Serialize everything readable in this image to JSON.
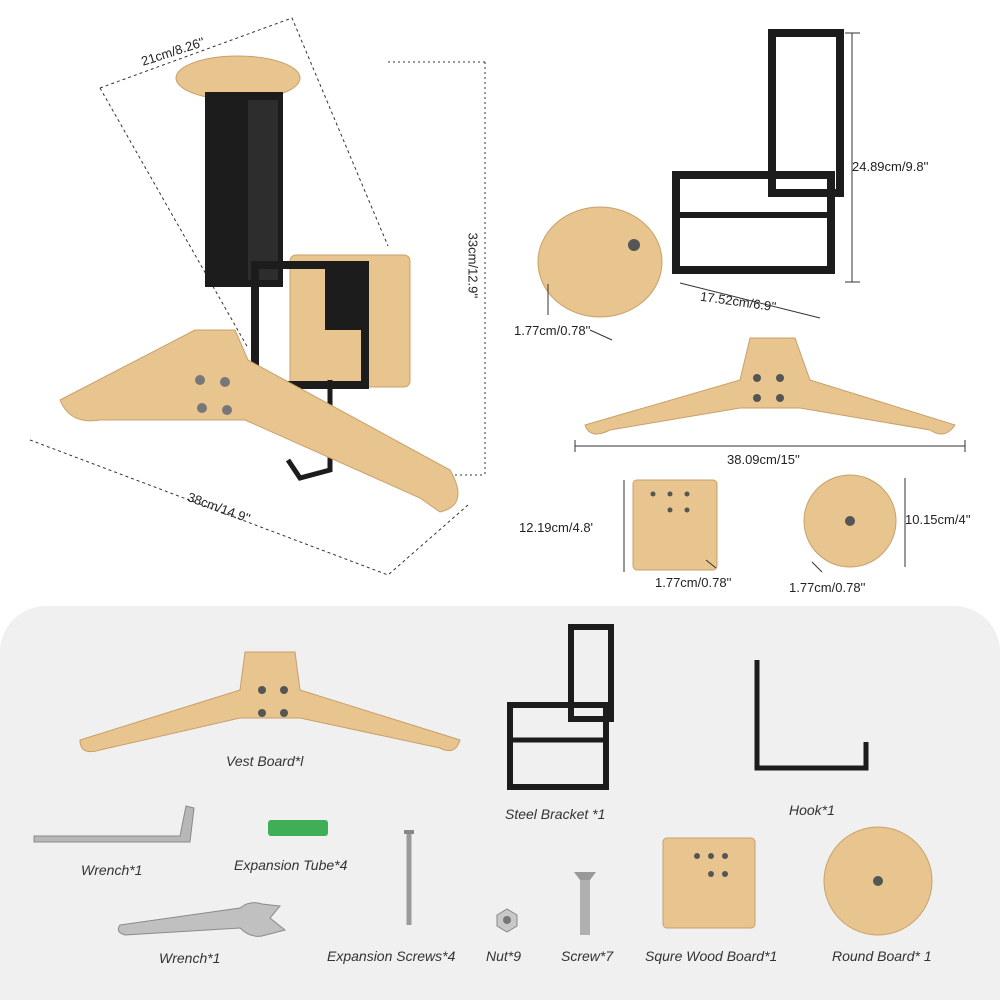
{
  "assembled": {
    "width": "21cm/8.26''",
    "height": "33cm/12.9''",
    "length": "38cm/14.9''"
  },
  "bracket": {
    "height": "24.89cm/9.8''",
    "width": "17.52cm/6.9''"
  },
  "vest_board": {
    "thickness": "1.77cm/0.78''",
    "length": "38.09cm/15''"
  },
  "square_board": {
    "height": "12.19cm/4.8'",
    "thickness": "1.77cm/0.78''"
  },
  "round_board": {
    "diameter": "10.15cm/4''",
    "thickness": "1.77cm/0.78''"
  },
  "parts": {
    "vest_board": "Vest Board*l",
    "steel_bracket": "Steel Bracket *1",
    "hook": "Hook*1",
    "wrench_allen": "Wrench*1",
    "expansion_tube": "Expansion Tube*4",
    "wrench_flat": "Wrench*1",
    "expansion_screws": "Expansion Screws*4",
    "nut": "Nut*9",
    "screw": "Screw*7",
    "square_board": "Squre Wood Board*1",
    "round_board": "Round Board* 1"
  },
  "colors": {
    "wood": "#e8c48f",
    "wood_dark": "#d9ad6e",
    "steel": "#1c1c1c",
    "panel": "#f0f0f1"
  }
}
